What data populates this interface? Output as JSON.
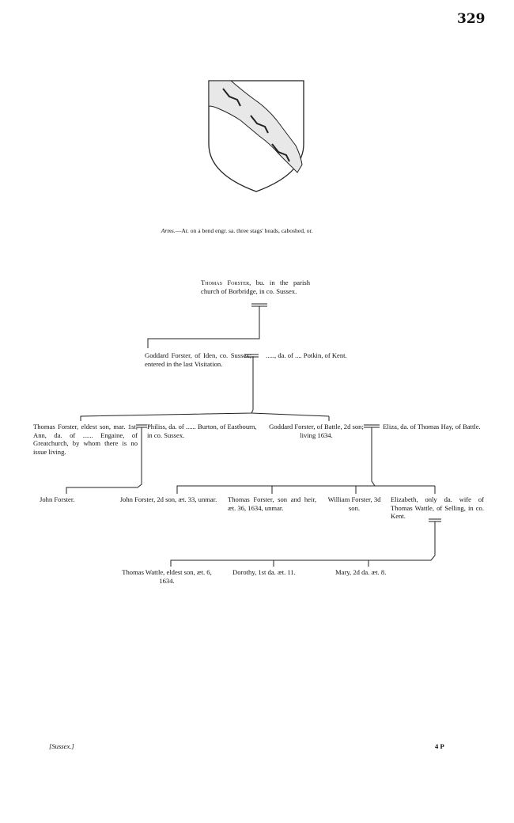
{
  "page": {
    "number": "329",
    "county_footer": "[Sussex.]",
    "signature": "4 P"
  },
  "arms": {
    "label": "Arms.",
    "blazon": "—Ar. on a bend engr. sa. three stags' heads, caboshed, or."
  },
  "pedigree": {
    "gen1": {
      "thomas_name": "Thomas Forster",
      "thomas_rest": ", bu. in the parish church of Borbridge, in co. Sussex."
    },
    "gen2": {
      "goddard": "Goddard Forster, of Iden, co. Sussex; entered in the last Visitation.",
      "wife": "....., da. of .... Potkin, of Kent."
    },
    "gen3": {
      "thomas": "Thomas Forster, eldest son, mar. 1st, Ann, da. of ...... Engaine, of Greatchurch, by whom there is no issue living.",
      "philiss": "Philiss, da. of ...... Burton, of Eastbourn, in co. Sussex.",
      "goddard": "Goddard Forster, of Battle, 2d son; living 1634.",
      "eliza": "Eliza, da. of Thomas Hay, of Battle."
    },
    "gen4": {
      "john1": "John Forster.",
      "john2": "John Forster, 2d son, æt. 33, unmar.",
      "thomas": "Thomas Forster, son and heir, æt. 36, 1634, unmar.",
      "william": "William Forster, 3d son.",
      "elizabeth": "Elizabeth, only da. wife of Thomas Wattle, of Selling, in co. Kent."
    },
    "gen5": {
      "thomas": "Thomas Wattle, eldest son, æt. 6, 1634.",
      "dorothy": "Dorothy, 1st da. æt. 11.",
      "mary": "Mary, 2d da. æt. 8."
    }
  }
}
